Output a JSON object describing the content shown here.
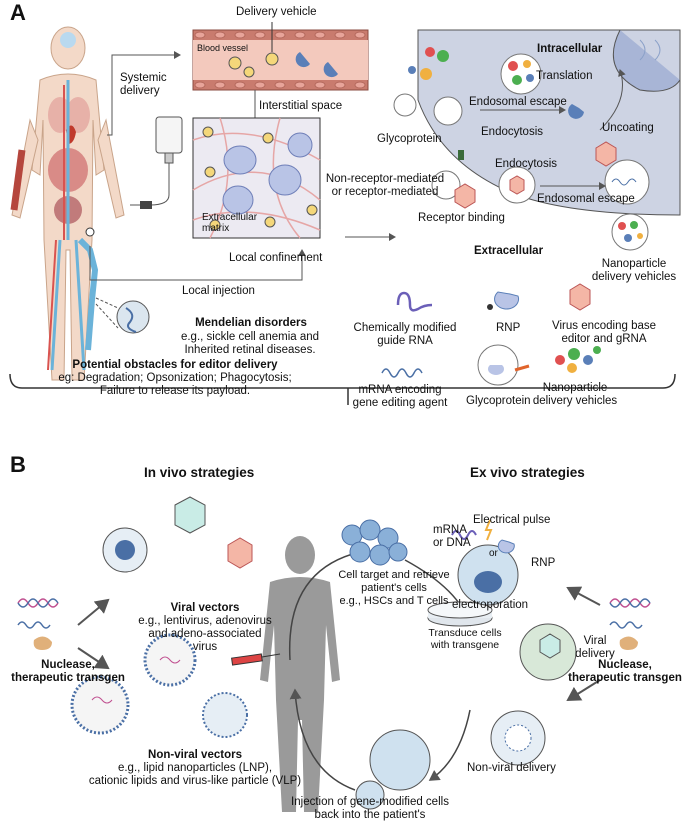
{
  "panel_a": {
    "letter": "A",
    "delivery_vehicle": "Delivery vehicle",
    "blood_vessel": "Blood vessel",
    "systemic_delivery": "Systemic\ndelivery",
    "interstitial_space": "Interstitial space",
    "extracellular_matrix": "Extracellular\nmatrix",
    "local_confinement": "Local confinement",
    "local_injection": "Local injection",
    "mendelian_title": "Mendelian disorders",
    "mendelian_desc": "e.g., sickle cell anemia and\nInherited retinal diseases.",
    "obstacles_title": "Potential obstacles for editor delivery",
    "obstacles_desc": "eg: Degradation; Opsonization; Phagocytosis;\nFailure to release its payload.",
    "intracellular": "Intracellular",
    "translation": "Translation",
    "endosomal_escape_1": "Endosomal escape",
    "glycoprotein_top": "Glycoprotein",
    "endocytosis_1": "Endocytosis",
    "uncoating": "Uncoating",
    "endocytosis_2": "Endocytosis",
    "non_receptor": "Non-receptor-mediated\nor receptor-mediated",
    "endosomal_escape_2": "Endosomal escape",
    "receptor_binding": "Receptor binding",
    "extracellular": "Extracellular",
    "nanoparticle_top": "Nanoparticle\ndelivery vehicles",
    "legend": {
      "guide_rna": "Chemically modified\nguide RNA",
      "rnp": "RNP",
      "virus": "Virus encoding base\neditor and gRNA",
      "mrna": "mRNA encoding\ngene editing agent",
      "glycoprotein": "Glycoprotein",
      "nanoparticle": "Nanoparticle\ndelivery vehicles"
    }
  },
  "panel_b": {
    "letter": "B",
    "in_vivo_title": "In vivo strategies",
    "ex_vivo_title": "Ex vivo strategies",
    "viral_vectors_title": "Viral vectors",
    "viral_vectors_desc": "e.g., lentivirus, adenovirus\nand adeno-associated\nvirus",
    "nuclease_left": "Nuclease,\ntherapeutic transgen",
    "nuclease_right": "Nuclease,\ntherapeutic transgen",
    "non_viral_title": "Non-viral vectors",
    "non_viral_desc": "e.g., lipid nanoparticles (LNP),\ncationic lipids and virus-like particle (VLP)",
    "cell_target": "Cell target and retrieve\npatient's cells\ne.g., HSCs and T cells",
    "transduce": "Transduce cells\nwith transgene",
    "injection": "Injection of gene-modified cells\nback into the patient's",
    "electrical_pulse": "Electrical pulse",
    "mrna_dna": "mRNA\nor DNA",
    "or": "or",
    "rnp": "RNP",
    "electroporation": "electroporation",
    "viral_delivery": "Viral\ndelivery",
    "non_viral_delivery": "Non-viral delivery"
  },
  "colors": {
    "vessel": "#c97b6e",
    "vessel_inner": "#f3c9bd",
    "cell_bg": "#cdd3e3",
    "matrix_bg": "#eceaf2",
    "body_blue": "#6bb3d9",
    "arrow": "#555555",
    "human_gray": "#9a9a9a"
  }
}
